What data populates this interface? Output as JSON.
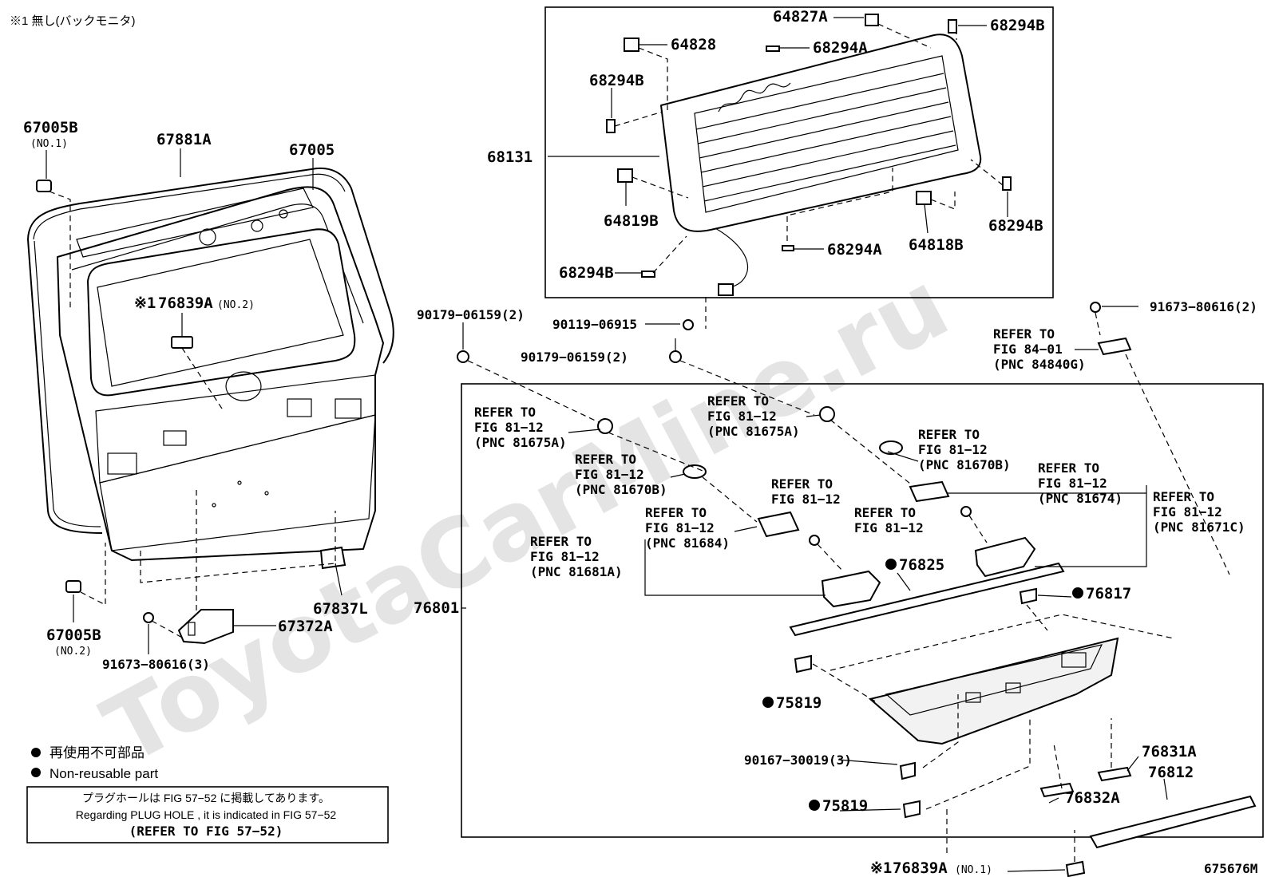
{
  "header_note": "※1 無し(バックモニタ)",
  "watermark": "ToyotaCarMine.ru",
  "figure_id": "675676M",
  "legend": {
    "jp": "再使用不可部品",
    "en": "Non-reusable part"
  },
  "plug_hole_note": {
    "line1": "プラグホールは FIG 57−52 に掲載してあります。",
    "line2": "Regarding  PLUG  HOLE , it is indicated in  FIG  57−52",
    "line3": "(REFER  TO  FIG  57−52)"
  },
  "labels": {
    "p67005B_1": "67005B",
    "p67005B_1_sub": "(NO.1)",
    "p67881A": "67881A",
    "p67005": "67005",
    "p76839A_2_mark": "※1",
    "p76839A_2": "76839A",
    "p76839A_2_sub": "(NO.2)",
    "p67005B_2": "67005B",
    "p67005B_2_sub": "(NO.2)",
    "p67837L": "67837L",
    "p67372A": "67372A",
    "p91673_3": "91673−80616(3)",
    "p64827A": "64827A",
    "p68294B_top": "68294B",
    "p64828": "64828",
    "p68294A_top": "68294A",
    "p68294B_left": "68294B",
    "p68131": "68131",
    "p64819B": "64819B",
    "p68294B_right": "68294B",
    "p64818B": "64818B",
    "p68294A_bot": "68294A",
    "p68294B_bot": "68294B",
    "p90179_a": "90179−06159(2)",
    "p90119": "90119−06915",
    "p90179_b": "90179−06159(2)",
    "p91673_2": "91673−80616(2)",
    "ref_8401": [
      "REFER TO",
      "FIG 84−01",
      "(PNC 84840G)"
    ],
    "ref_81675A_l": [
      "REFER TO",
      "FIG 81−12",
      "(PNC 81675A)"
    ],
    "ref_81675A_r": [
      "REFER TO",
      "FIG 81−12",
      "(PNC 81675A)"
    ],
    "ref_81670B_l": [
      "REFER TO",
      "FIG 81−12",
      "(PNC 81670B)"
    ],
    "ref_81670B_r": [
      "REFER TO",
      "FIG 81−12",
      "(PNC 81670B)"
    ],
    "ref_8112_a": [
      "REFER TO",
      "FIG 81−12"
    ],
    "ref_81674": [
      "REFER TO",
      "FIG 81−12",
      "(PNC 81674)"
    ],
    "ref_81671C": [
      "REFER TO",
      "FIG 81−12",
      "(PNC 81671C)"
    ],
    "ref_81684": [
      "REFER TO",
      "FIG 81−12",
      "(PNC 81684)"
    ],
    "ref_8112_b": [
      "REFER TO",
      "FIG 81−12"
    ],
    "ref_81681A": [
      "REFER TO",
      "FIG 81−12",
      "(PNC 81681A)"
    ],
    "p76825": "76825",
    "p76801": "76801",
    "p76817": "76817",
    "p75819_a": "75819",
    "p90167": "90167−30019(3)",
    "p76831A": "76831A",
    "p76812": "76812",
    "p76832A": "76832A",
    "p75819_b": "75819",
    "p76839A_1_mark": "※1",
    "p76839A_1": "76839A",
    "p76839A_1_sub": "(NO.1)"
  }
}
